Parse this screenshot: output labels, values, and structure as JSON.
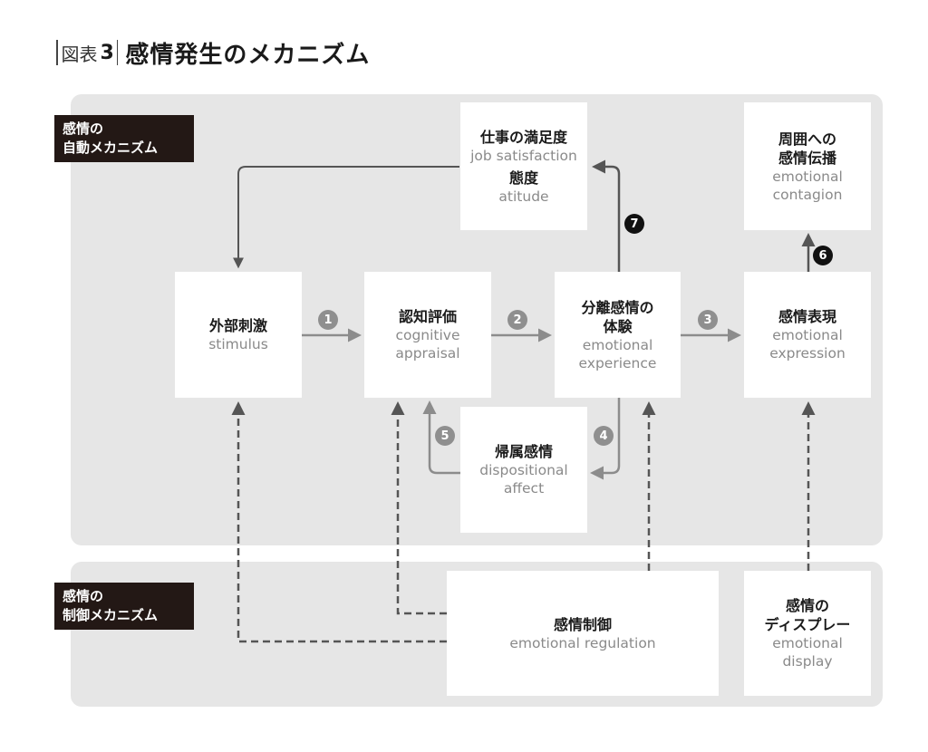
{
  "title": {
    "prefix": "図表",
    "number": "3",
    "main": "感情発生のメカニズム"
  },
  "sections": {
    "auto": [
      "感情の",
      "自動メカニズム"
    ],
    "control": [
      "感情の",
      "制御メカニズム"
    ]
  },
  "nodes": {
    "job": {
      "jp1": "仕事の満足度",
      "en1": "job satisfaction",
      "jp2": "態度",
      "en2": "atitude"
    },
    "contagion": {
      "jp1": "周囲への",
      "jp2": "感情伝播",
      "en1": "emotional",
      "en2": "contagion"
    },
    "stimulus": {
      "jp": "外部刺激",
      "en": "stimulus"
    },
    "appraisal": {
      "jp": "認知評価",
      "en1": "cognitive",
      "en2": "appraisal"
    },
    "experience": {
      "jp1": "分離感情の",
      "jp2": "体験",
      "en1": "emotional",
      "en2": "experience"
    },
    "expression": {
      "jp": "感情表現",
      "en1": "emotional",
      "en2": "expression"
    },
    "disposition": {
      "jp": "帰属感情",
      "en1": "dispositional",
      "en2": "affect"
    },
    "regulation": {
      "jp": "感情制御",
      "en": "emotional regulation"
    },
    "display": {
      "jp1": "感情の",
      "jp2": "ディスプレー",
      "en1": "emotional",
      "en2": "display"
    }
  },
  "steps": [
    "1",
    "2",
    "3",
    "4",
    "5",
    "6",
    "7"
  ],
  "colors": {
    "panel": "#e6e6e6",
    "label_bg": "#231815",
    "arrow_gray": "#8c8c8c",
    "arrow_dark": "#555555",
    "step_dark": "#111111"
  }
}
